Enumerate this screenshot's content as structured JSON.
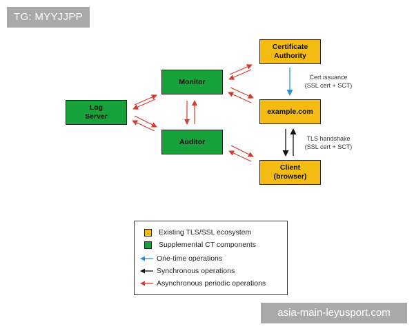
{
  "tag": "TG: MYYJJPP",
  "watermark": "asia-main-leyusport.com",
  "nodes": {
    "log_server": "Log\nServer",
    "monitor": "Monitor",
    "auditor": "Auditor",
    "ca": "Certificate\nAuthority",
    "example": "example.com",
    "client": "Client\n(browser)"
  },
  "notes": {
    "cert_issuance": "Cert issuance\n(SSL cert + SCT)",
    "tls_handshake": "TLS handshake\n(SSL cert + SCT)"
  },
  "legend": {
    "existing": "Existing TLS/SSL ecosystem",
    "supplemental": "Supplemental CT components",
    "one_time": "One-time operations",
    "synchronous": "Synchronous operations",
    "asynchronous": "Asynchronous periodic operations"
  },
  "colors": {
    "green": "#17a13a",
    "yellow": "#f4bb12",
    "one_time": "#2b8fd8",
    "synchronous": "#111111",
    "asynchronous": "#d63b2f"
  }
}
